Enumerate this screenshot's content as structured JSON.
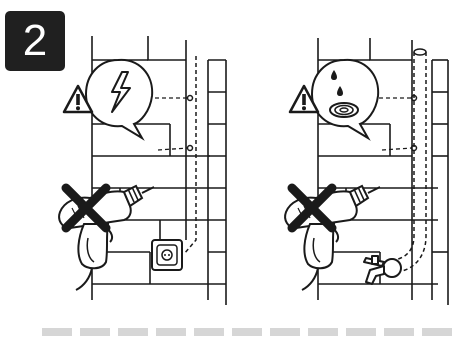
{
  "step": {
    "number": "2"
  },
  "panels": [
    {
      "id": "electric",
      "hazard": "electric-cable-in-wall",
      "warning_icon": "warning-triangle-icon",
      "hazard_icon": "lightning-bolt-icon",
      "prohibited_action": "drilling",
      "cross_icon": "cross-icon"
    },
    {
      "id": "water",
      "hazard": "water-pipe-in-wall",
      "warning_icon": "warning-triangle-icon",
      "hazard_icon": "water-drops-icon",
      "prohibited_action": "drilling",
      "cross_icon": "cross-icon"
    }
  ],
  "colors": {
    "badge_bg": "#202020",
    "badge_text": "#ffffff",
    "line": "#1a1a1a",
    "dash_bar": "#d6d6d6"
  }
}
